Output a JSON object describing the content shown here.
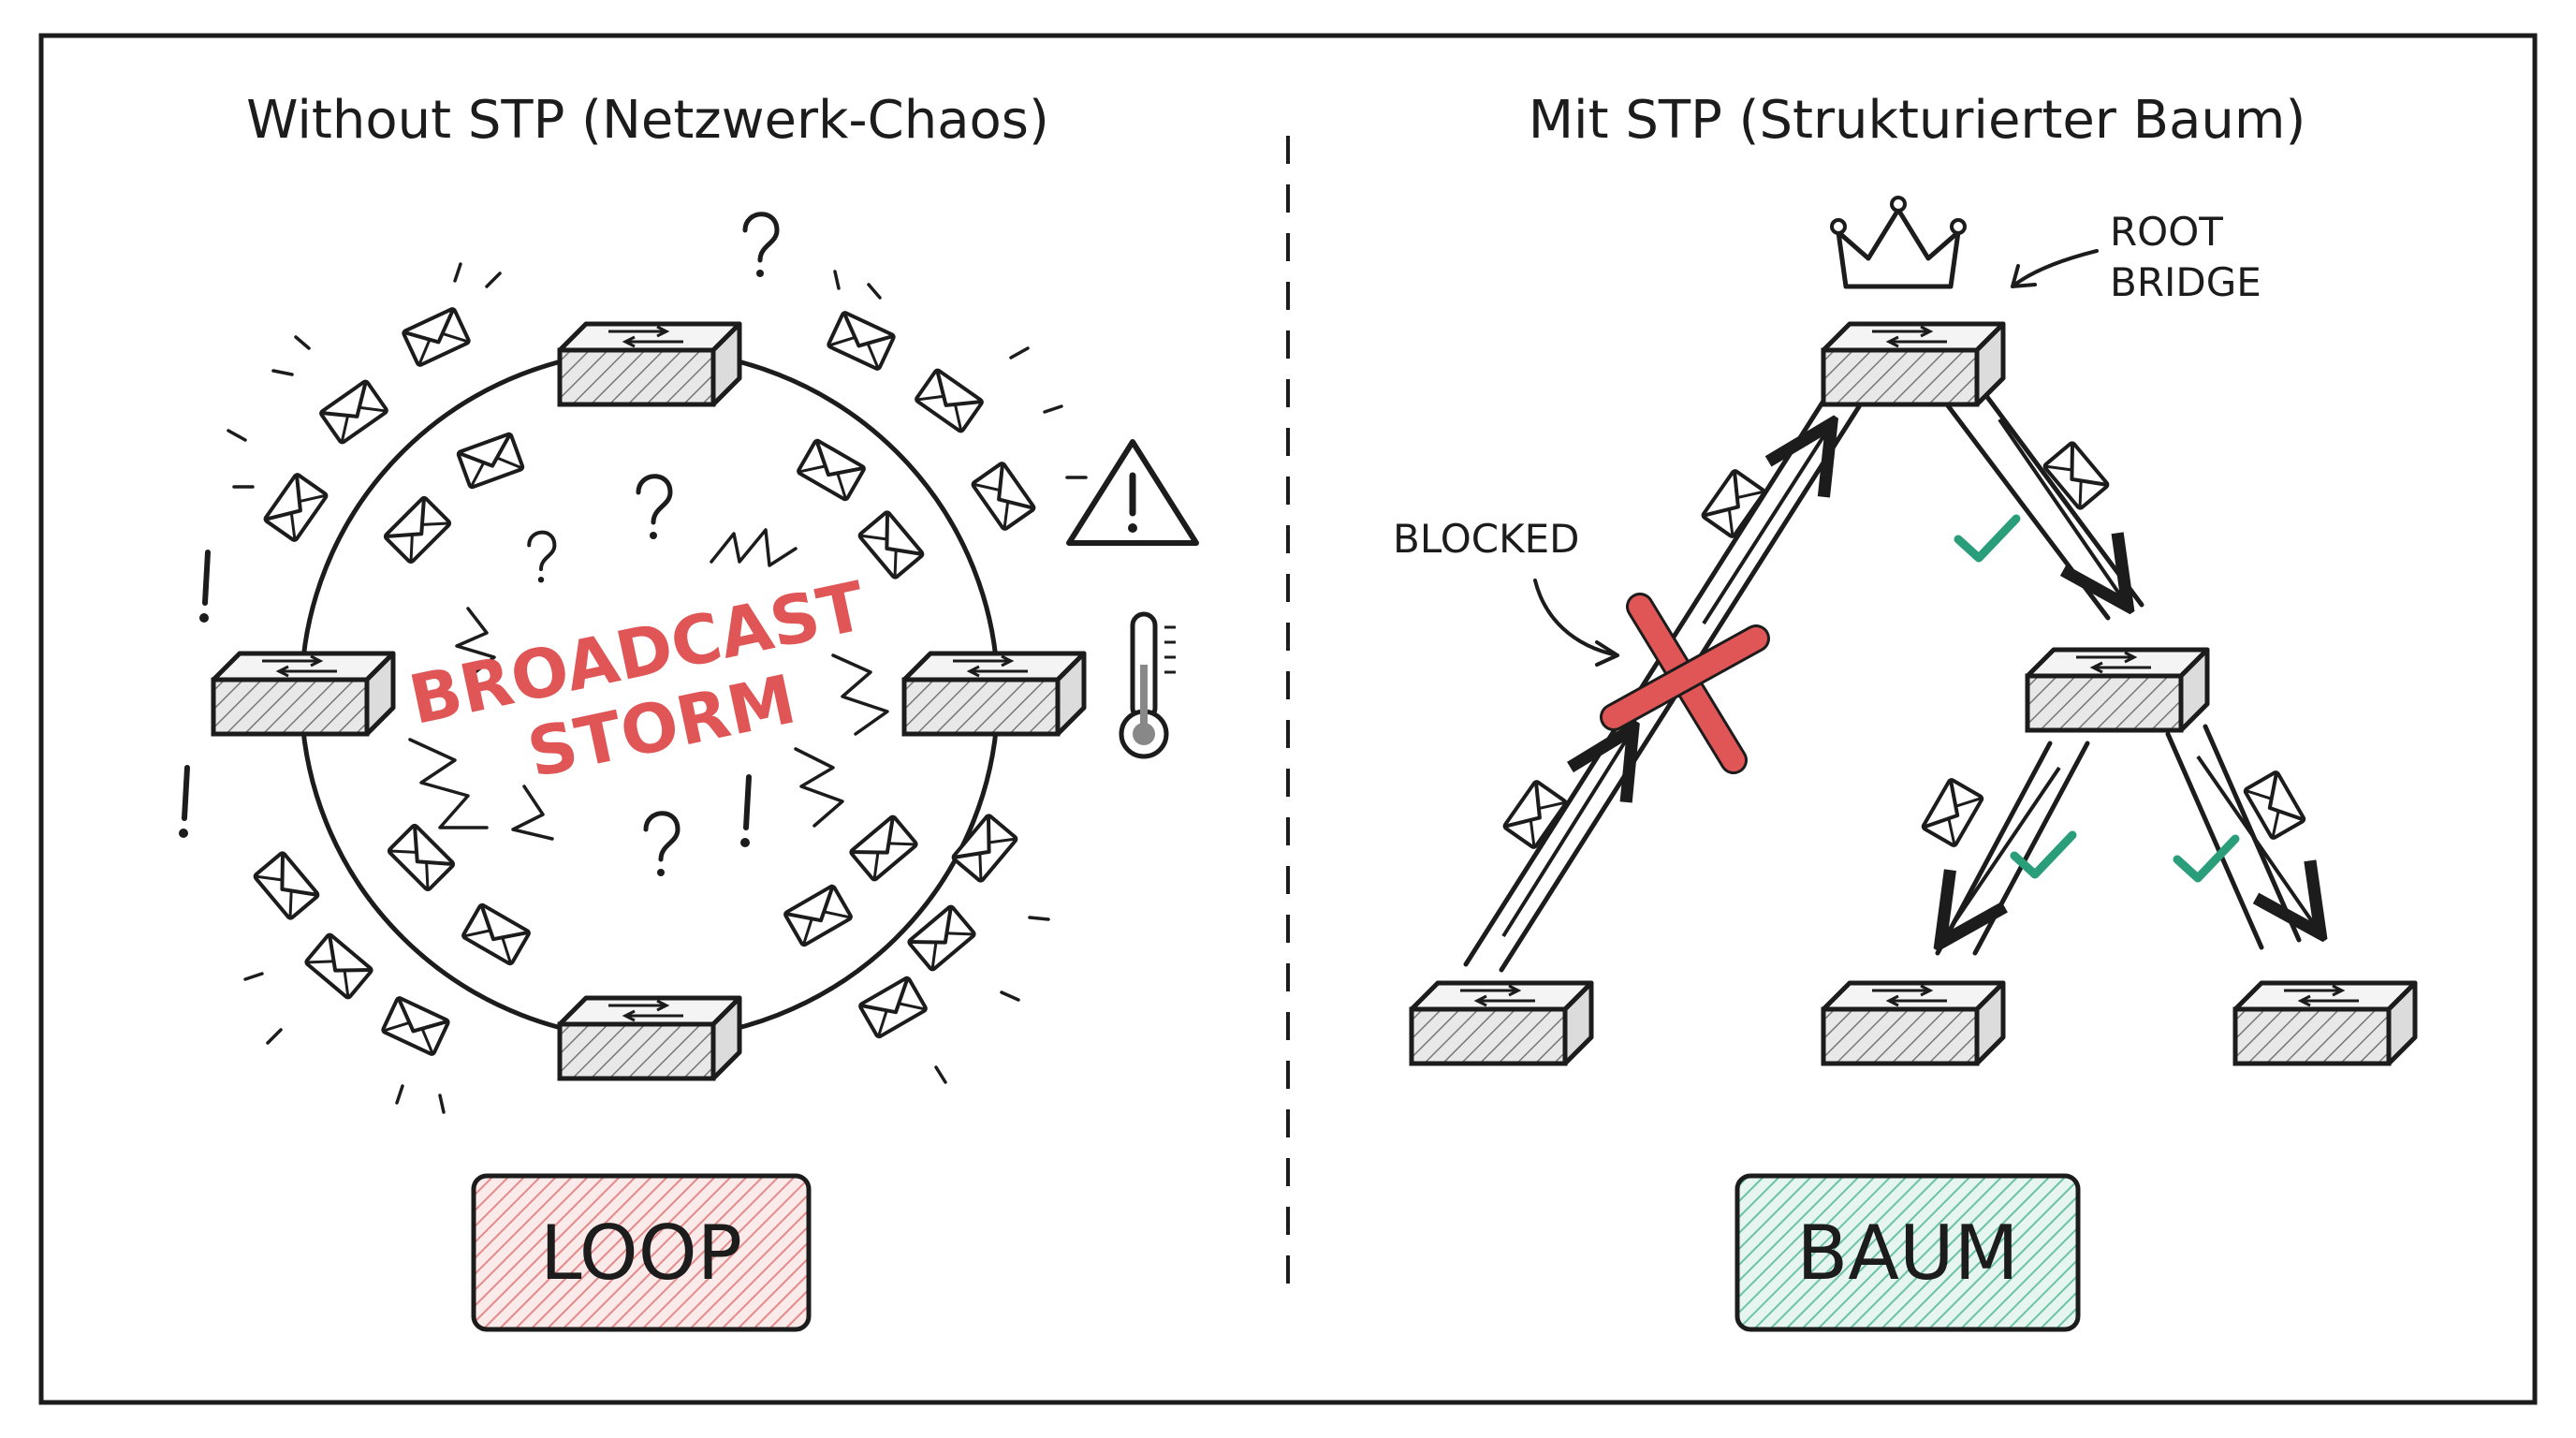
{
  "left_panel": {
    "title": "Without STP (Netzwerk-Chaos)",
    "center_label_line1": "BROADCAST",
    "center_label_line2": "STORM",
    "stamp_label": "LOOP",
    "stamp_color": "#e05555"
  },
  "right_panel": {
    "title": "Mit STP (Strukturierter Baum)",
    "root_callout_line1": "ROOT",
    "root_callout_line2": "BRIDGE",
    "blocked_callout": "BLOCKED",
    "stamp_label": "BAUM",
    "stamp_color": "#2a9d7a"
  },
  "colors": {
    "ink": "#1c1c1c",
    "alert_red": "#e05555",
    "check_green": "#2a9d7a",
    "switch_top": "#f2f2f2",
    "switch_front": "#d9d9d9"
  },
  "icons": [
    "switch-icon",
    "envelope-icon",
    "question-mark-icon",
    "exclamation-icon",
    "warning-triangle-icon",
    "thermometer-icon",
    "crown-icon",
    "checkmark-icon",
    "blocked-x-icon"
  ]
}
